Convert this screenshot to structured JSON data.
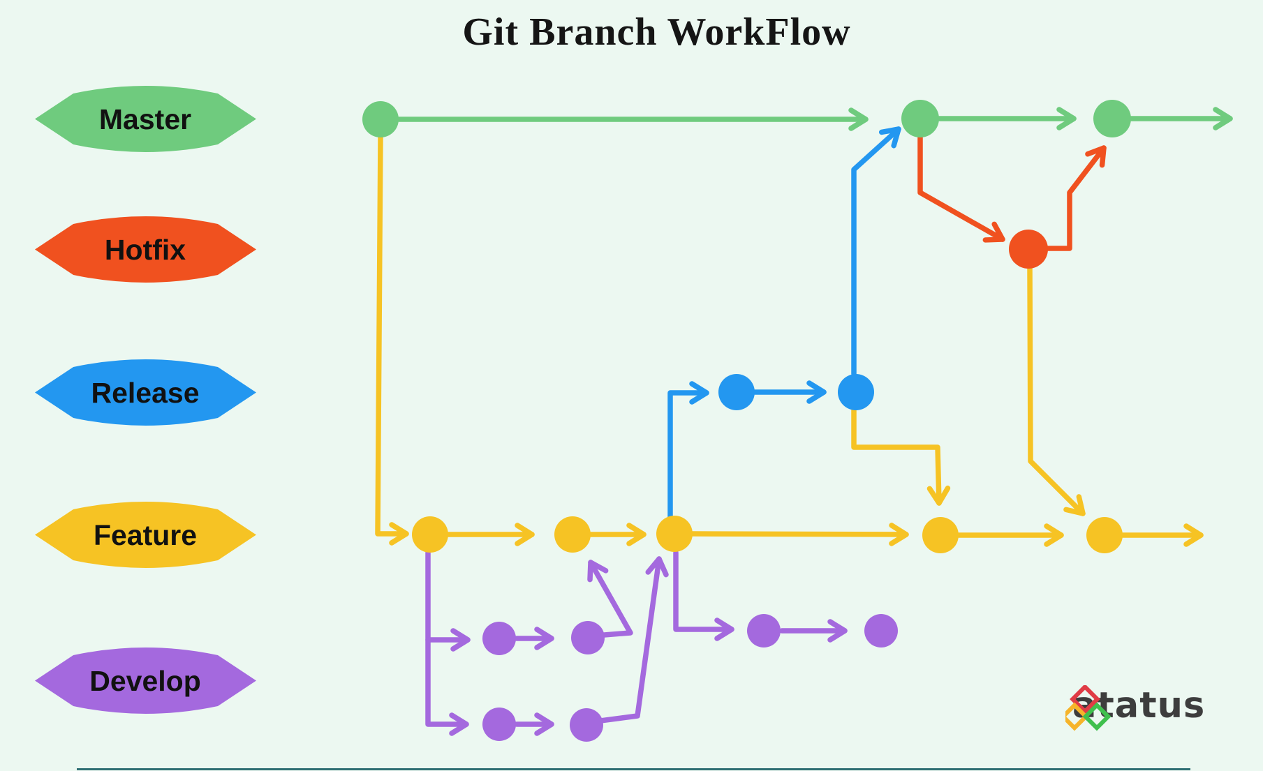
{
  "title": "Git Branch WorkFlow",
  "branches": [
    {
      "label": "Master",
      "color_key": "master"
    },
    {
      "label": "Hotfix",
      "color_key": "hotfix"
    },
    {
      "label": "Release",
      "color_key": "release"
    },
    {
      "label": "Feature",
      "color_key": "feature"
    },
    {
      "label": "Develop",
      "color_key": "develop"
    }
  ],
  "logo": {
    "text": "atatus"
  },
  "colors": {
    "master": "#6fcb7e",
    "hotfix": "#f0511f",
    "release": "#2397f0",
    "feature": "#f6c324",
    "develop": "#a469de",
    "background": "#ecf8f1",
    "title_text": "#151515",
    "label_text": "#111111",
    "logo_text": "#3d3d3d",
    "logo_red": "#e03c46",
    "logo_yellow": "#f6b42a",
    "logo_green": "#3fc04d",
    "bottom_line": "#2f6f74"
  }
}
